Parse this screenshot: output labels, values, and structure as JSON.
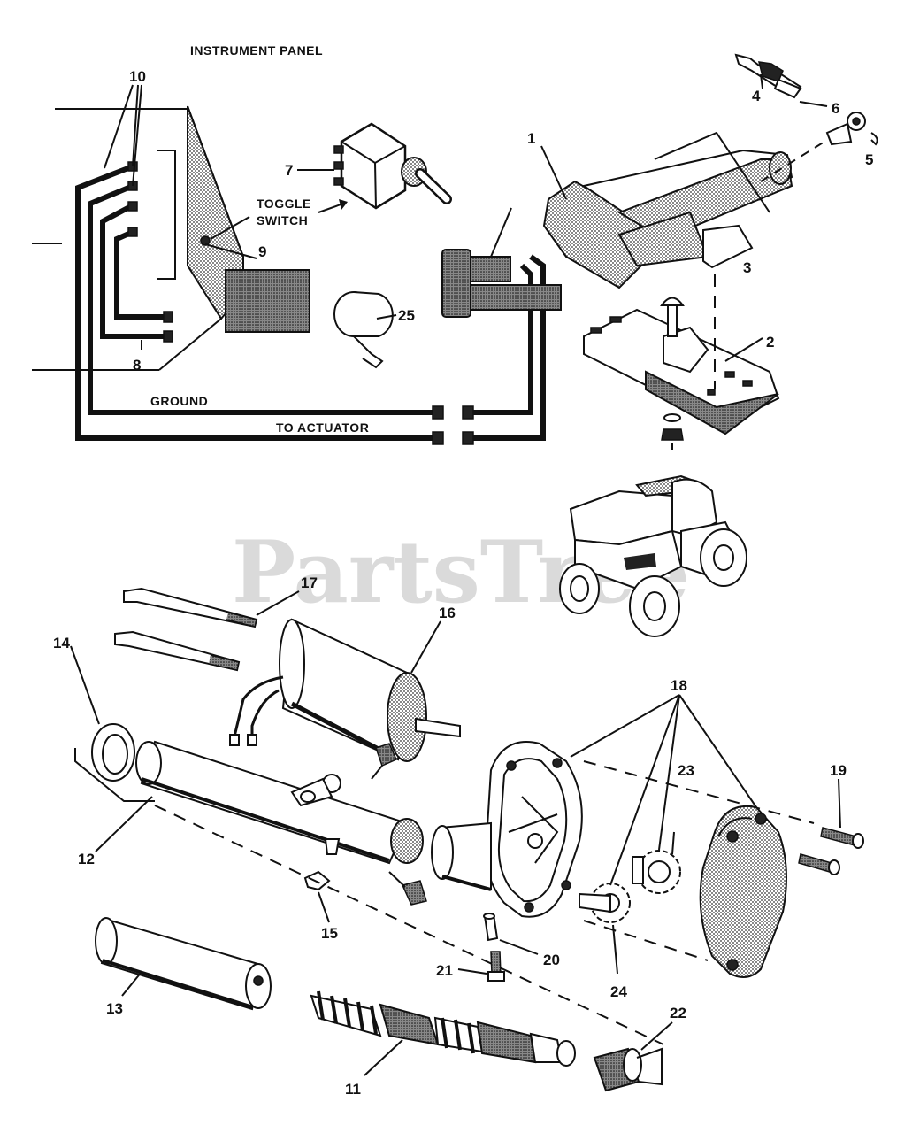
{
  "captions": {
    "instrument_panel": "INSTRUMENT PANEL",
    "toggle_switch_line1": "TOGGLE",
    "toggle_switch_line2": "SWITCH",
    "ground": "GROUND",
    "to_actuator": "TO ACTUATOR"
  },
  "watermark": "PartsTree",
  "part_numbers": {
    "p1": "1",
    "p2": "2",
    "p3": "3",
    "p4": "4",
    "p5": "5",
    "p6": "6",
    "p7": "7",
    "p8": "8",
    "p9": "9",
    "p10": "10",
    "p11": "11",
    "p12": "12",
    "p13": "13",
    "p14": "14",
    "p15": "15",
    "p16": "16",
    "p17": "17",
    "p18": "18",
    "p19": "19",
    "p20": "20",
    "p21": "21",
    "p22": "22",
    "p23": "23",
    "p24": "24",
    "p25": "25"
  },
  "icons": [
    "toggle-switch-icon",
    "actuator-icon",
    "tractor-icon",
    "gear-icon",
    "spring-icon"
  ]
}
